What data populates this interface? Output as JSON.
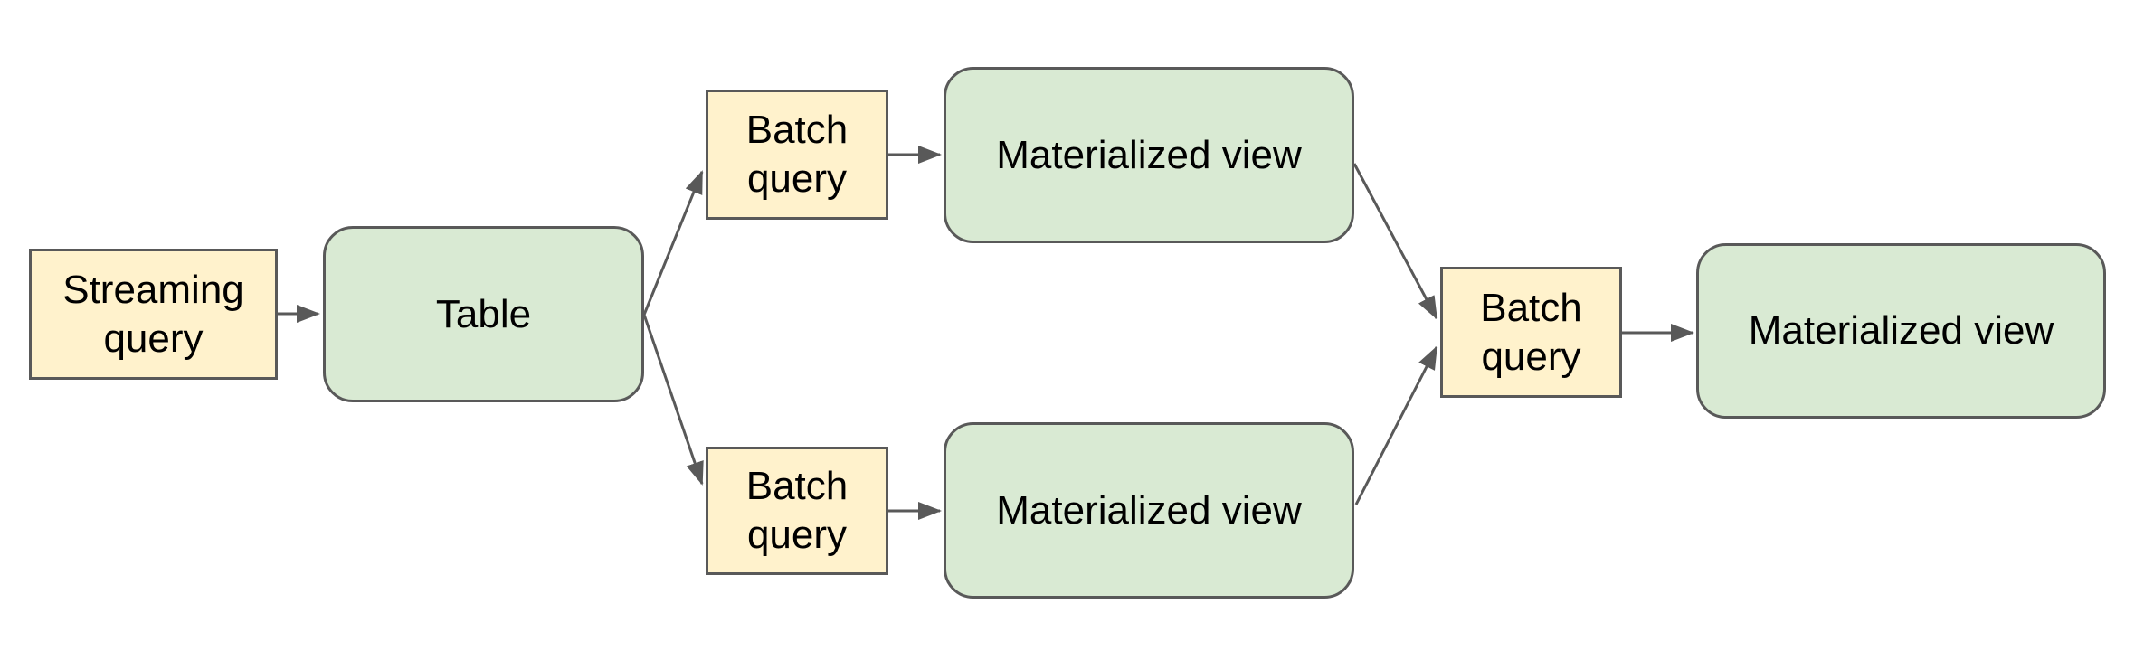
{
  "diagram": {
    "nodes": {
      "streaming_query": {
        "label": "Streaming query",
        "shape": "rectangle"
      },
      "table": {
        "label": "Table",
        "shape": "rounded"
      },
      "batch_query_top": {
        "label": "Batch query",
        "shape": "rectangle"
      },
      "materialized_view_top": {
        "label": "Materialized view",
        "shape": "rounded"
      },
      "batch_query_bottom": {
        "label": "Batch query",
        "shape": "rectangle"
      },
      "materialized_view_bottom": {
        "label": "Materialized view",
        "shape": "rounded"
      },
      "batch_query_right": {
        "label": "Batch query",
        "shape": "rectangle"
      },
      "materialized_view_right": {
        "label": "Materialized view",
        "shape": "rounded"
      }
    },
    "edges": [
      {
        "from": "streaming_query",
        "to": "table"
      },
      {
        "from": "table",
        "to": "batch_query_top"
      },
      {
        "from": "table",
        "to": "batch_query_bottom"
      },
      {
        "from": "batch_query_top",
        "to": "materialized_view_top"
      },
      {
        "from": "batch_query_bottom",
        "to": "materialized_view_bottom"
      },
      {
        "from": "materialized_view_top",
        "to": "batch_query_right"
      },
      {
        "from": "materialized_view_bottom",
        "to": "batch_query_right"
      },
      {
        "from": "batch_query_right",
        "to": "materialized_view_right"
      }
    ]
  },
  "colors": {
    "query_fill": "#fff2cc",
    "view_fill": "#d9ead3",
    "stroke": "#595959",
    "text": "#000000",
    "background": "#ffffff"
  }
}
